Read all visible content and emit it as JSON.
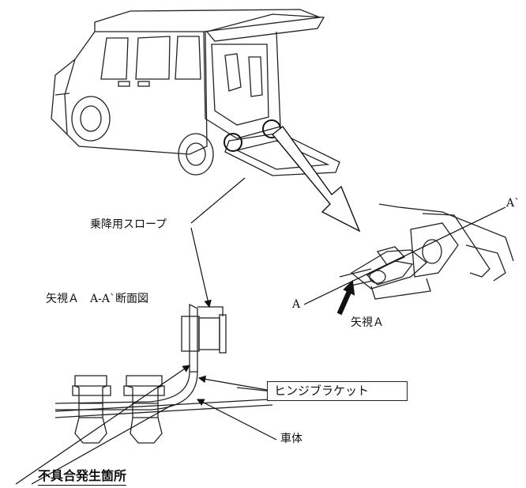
{
  "labels": {
    "ramp": "乗降用スロープ",
    "section_view": "矢視Ａ　A-A`断面図",
    "view_a_arrow": "矢視Ａ",
    "a_left": "A",
    "a_right": "A`",
    "hinge_bracket": "ヒンジブラケット",
    "body": "車体",
    "defect_location": "不具合発生箇所"
  }
}
